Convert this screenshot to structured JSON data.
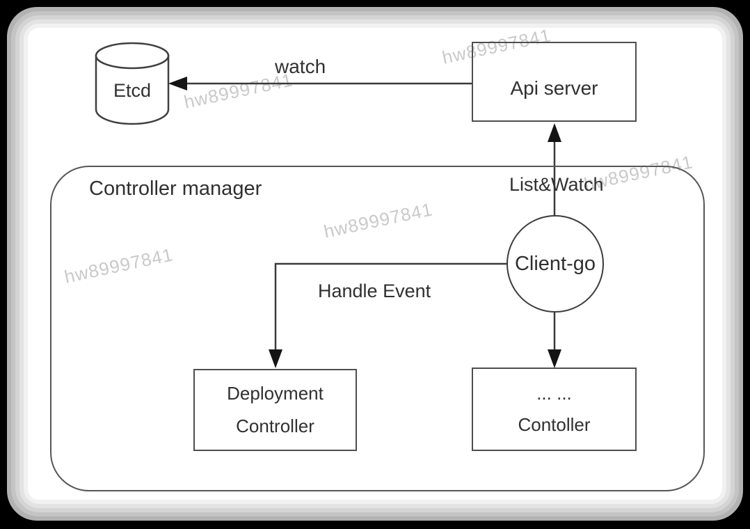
{
  "diagram": {
    "container_title": "Controller manager",
    "nodes": {
      "etcd": "Etcd",
      "api_server": "Api server",
      "client_go": "Client-go",
      "deployment_controller": [
        "Deployment",
        "Controller"
      ],
      "generic_controller": [
        "... ...",
        "Contoller"
      ]
    },
    "edges": {
      "watch": "watch",
      "list_watch": "List&Watch",
      "handle_event": "Handle Event"
    }
  },
  "watermark": {
    "text": "hw89997841",
    "color": "#c9c9c9"
  },
  "colors": {
    "frame": "#000000",
    "page": "#ffffff",
    "line": "#3a3a3a",
    "box_border": "#4e4e4e",
    "text": "#303030",
    "watermark": "#c9c9c9"
  }
}
